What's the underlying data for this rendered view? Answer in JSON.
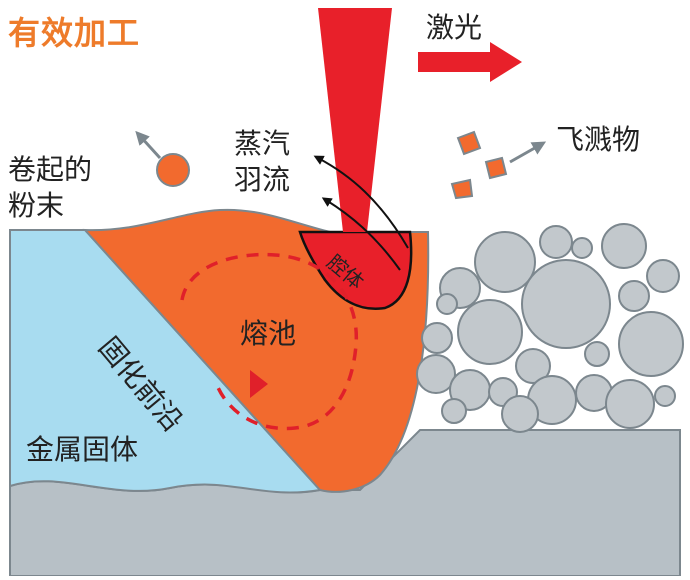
{
  "title": "有效加工",
  "labels": {
    "laser": "激光",
    "vapor_line1": "蒸汽",
    "vapor_line2": "羽流",
    "spatter": "飞溅物",
    "powder_line1": "卷起的",
    "powder_line2": "粉末",
    "cavity": "腔体",
    "melt_pool": "熔池",
    "solid_front": "固化前沿",
    "metal_solid": "金属固体"
  },
  "colors": {
    "title": "#ee7b2a",
    "laser": "#e8202a",
    "melt_pool": "#f26a2e",
    "solid_metal": "#a8dcf0",
    "base_plate": "#b7c0c6",
    "powder": "#c2c8cc",
    "outline": "#7c878e",
    "dashed_flow": "#e0202a",
    "arrow_gray": "#7c878e"
  }
}
